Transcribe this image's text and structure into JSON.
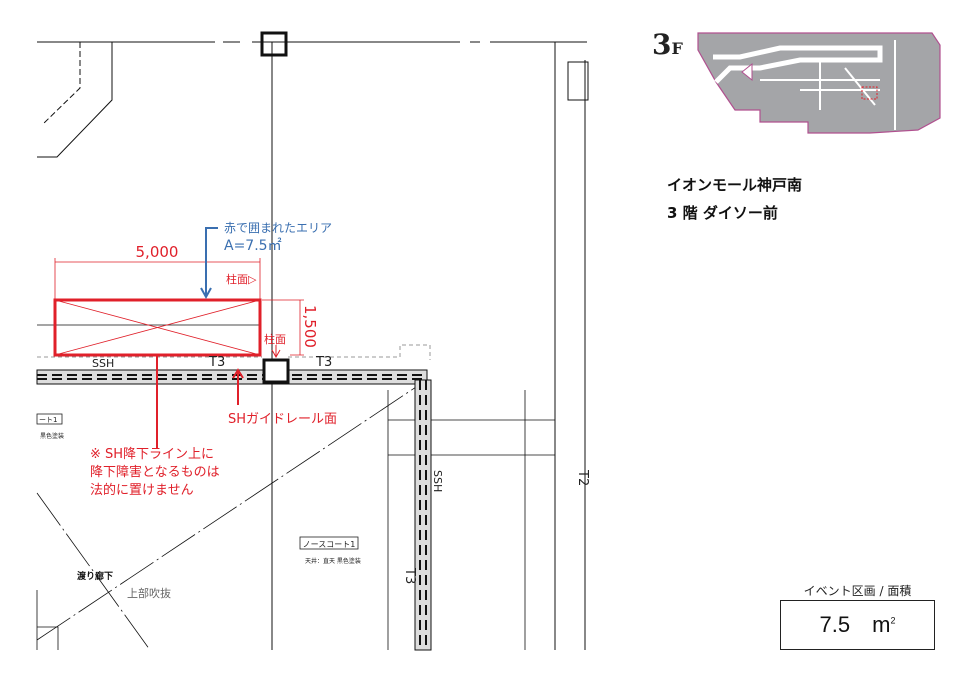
{
  "header": {
    "floor_number": "3",
    "floor_suffix": "F",
    "mall_name": "イオンモール神戸南",
    "location": "3 階 ダイソー前"
  },
  "event_area": {
    "caption": "イベント区画 / 面積",
    "value": "7.5",
    "unit": "m",
    "unit_sup": "2"
  },
  "plan": {
    "width_dim": "5,000",
    "depth_dim": "1,500",
    "callout_line1": "赤で囲まれたエリア",
    "callout_line2": "A=7.5㎡",
    "column_face_1": "柱面▷",
    "column_face_2": "柱面",
    "ssh_label": "SSH",
    "t3_label_1": "T3",
    "t3_label_2": "T3",
    "guide_rail": "SHガイドレール面",
    "note_line1": "※ SH降下ライン上に",
    "note_line2": "降下障害となるものは",
    "note_line3": "法的に置けません",
    "ssh_vertical": "SSH",
    "t2_label": "T2",
    "t3_vertical": "T3",
    "north_court_tag": "ノースコート1",
    "north_court_spec": "天井：直天 黒色塗装",
    "left_tag": "ート1",
    "left_spec": "黒色塗装",
    "corridor": "渡り廊下",
    "void_above": "上部吹抜"
  },
  "colors": {
    "highlight": "#e0202a",
    "callout": "#3a6fb0",
    "minimap_fill": "#a4a5a8",
    "minimap_border": "#b0508f"
  }
}
